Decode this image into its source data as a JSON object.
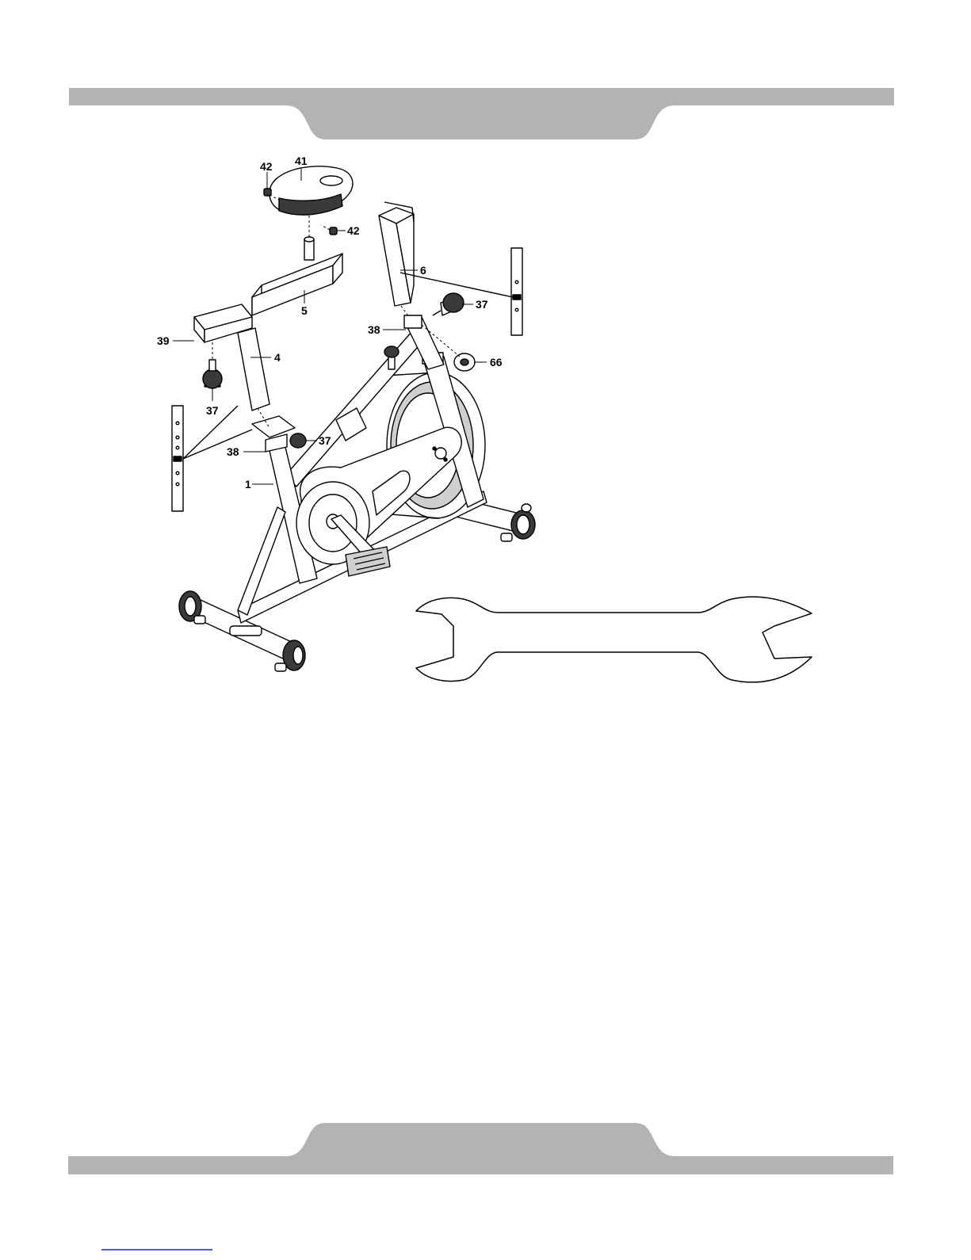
{
  "colors": {
    "band": "#b3b3b3",
    "line": "#000000",
    "tube_fill": "#ffffff",
    "shade": "#cfcfcf",
    "dark": "#3a3a3a",
    "link": "#1a1aff"
  },
  "icons": {
    "exercise_bike": "exercise-bike-exploded-diagram",
    "wrench": "open-end-wrench-icon"
  },
  "diagram": {
    "part_labels": {
      "p42a": "42",
      "p41": "41",
      "p42b": "42",
      "p6": "6",
      "p5": "5",
      "p37a": "37",
      "p38a": "38",
      "p39": "39",
      "p4": "4",
      "p66": "66",
      "p37b": "37",
      "p37c": "37",
      "p38b": "38",
      "p1": "1"
    }
  }
}
